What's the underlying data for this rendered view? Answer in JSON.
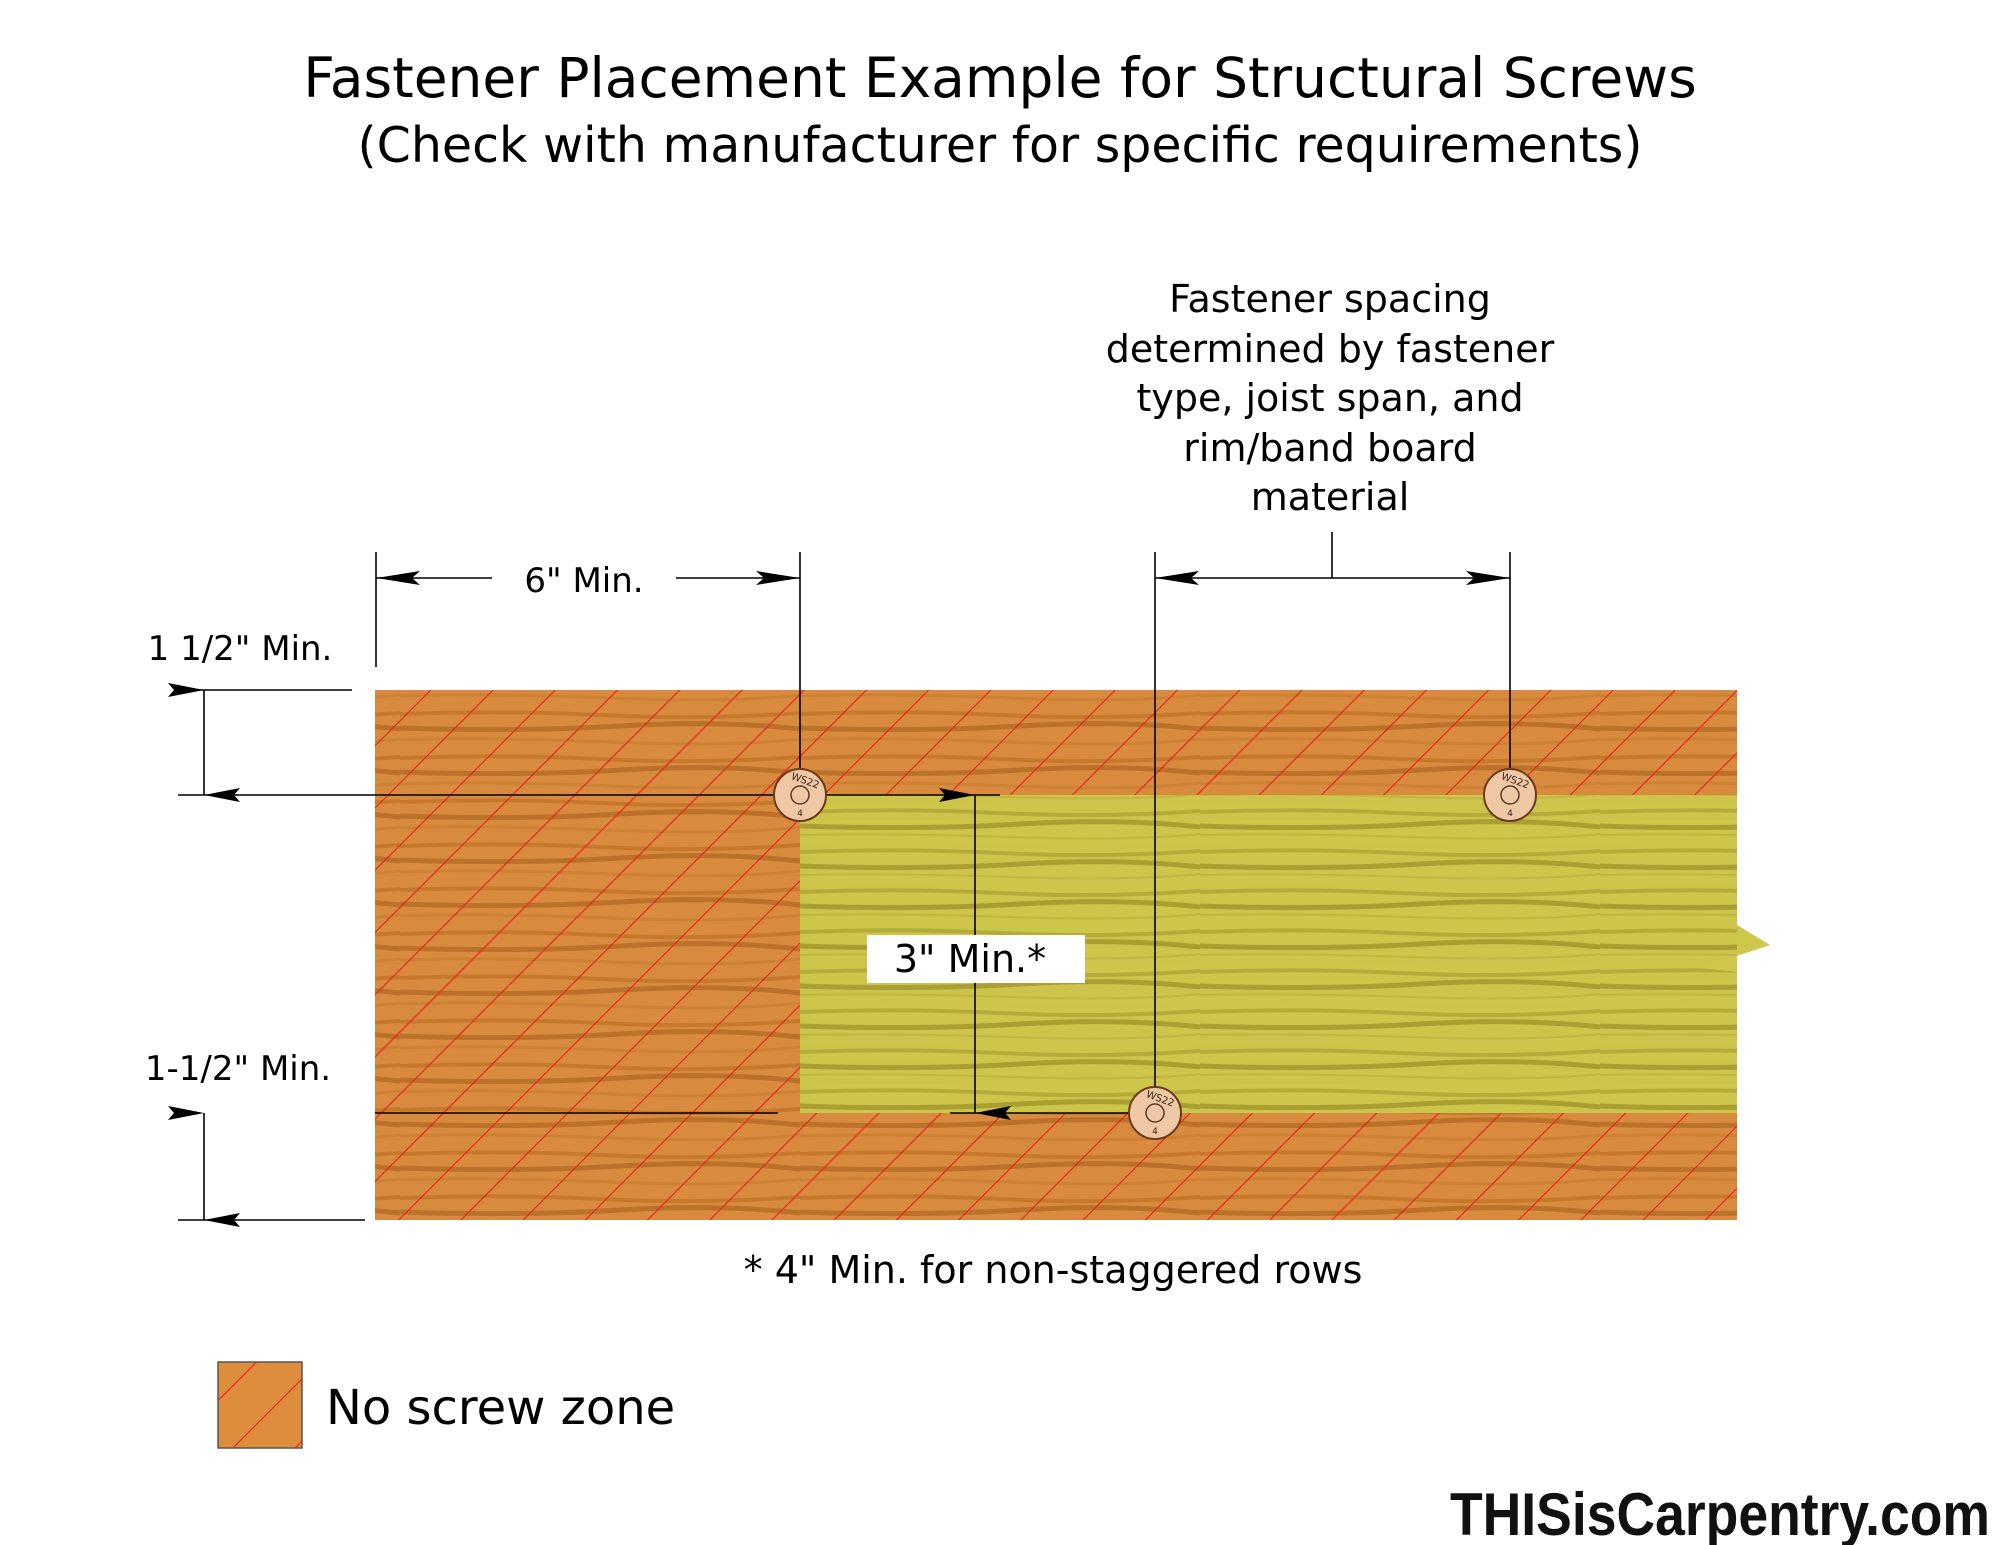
{
  "title": "Fastener Placement Example for Structural Screws",
  "subtitle": "(Check with manufacturer for specific requirements)",
  "annotations": {
    "spacing_note": [
      "Fastener spacing",
      "determined by fastener",
      "type, joist span, and",
      "rim/band board",
      "material"
    ],
    "end_distance": "6\" Min.",
    "top_edge_distance": "1 1/2\" Min.",
    "bottom_edge_distance": "1-1/2\" Min.",
    "row_spacing": "3\" Min.*",
    "footnote": "* 4\" Min. for non-staggered rows"
  },
  "screw_head": {
    "brand_text": "WS22",
    "size_text": "4"
  },
  "legend": {
    "no_screw_zone": "No screw zone"
  },
  "branding": "THISisCarpentry.com",
  "colors": {
    "wood": "#d6893c",
    "wood_grain": "#b86a22",
    "hatch": "#e8201a",
    "allowed_zone": "#c8c84a",
    "allowed_grain": "#8e8a24",
    "screw_head": "#f0c8a6",
    "dimension_line": "#000000"
  }
}
